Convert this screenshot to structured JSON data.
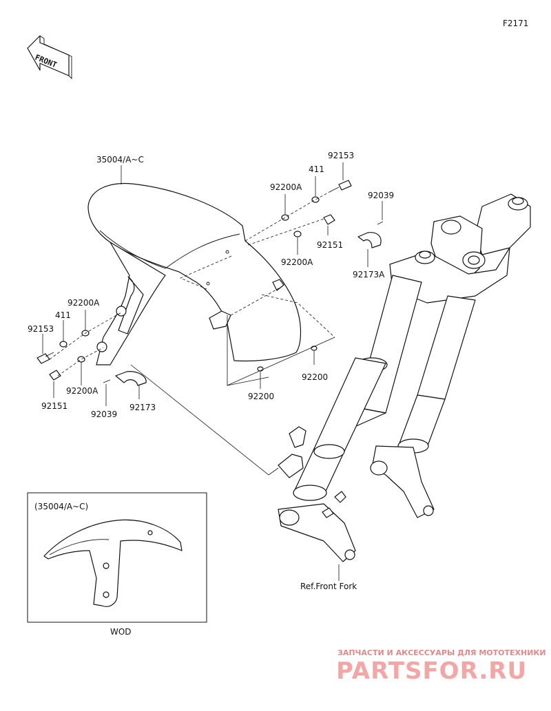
{
  "figure_code": "F2171",
  "direction_badge": "FRONT",
  "parts": {
    "fender": "35004/A~C",
    "bolt_right": "92153",
    "washer_right": "411",
    "bracket_washer_right_top": "92200A",
    "bolt_right_lower": "92151",
    "bracket_washer_right_lower": "92200A",
    "screw_right": "92039",
    "clamp_right": "92173A",
    "washer_mid": "92200",
    "washer_center": "92200",
    "bracket_washer_left_top": "92200A",
    "washer_left": "411",
    "bolt_left": "92153",
    "bolt_left_lower": "92151",
    "bracket_washer_left_lower": "92200A",
    "screw_left": "92039",
    "clamp_left": "92173"
  },
  "reference_label": "Ref.Front Fork",
  "inset": {
    "title": "(35004/A~C)",
    "caption": "WOD"
  },
  "watermark": {
    "tagline": "ЗАПЧАСТИ И АКСЕССУАРЫ ДЛЯ МОТОТЕХНИКИ",
    "brand": "PARTSFOR.RU"
  }
}
